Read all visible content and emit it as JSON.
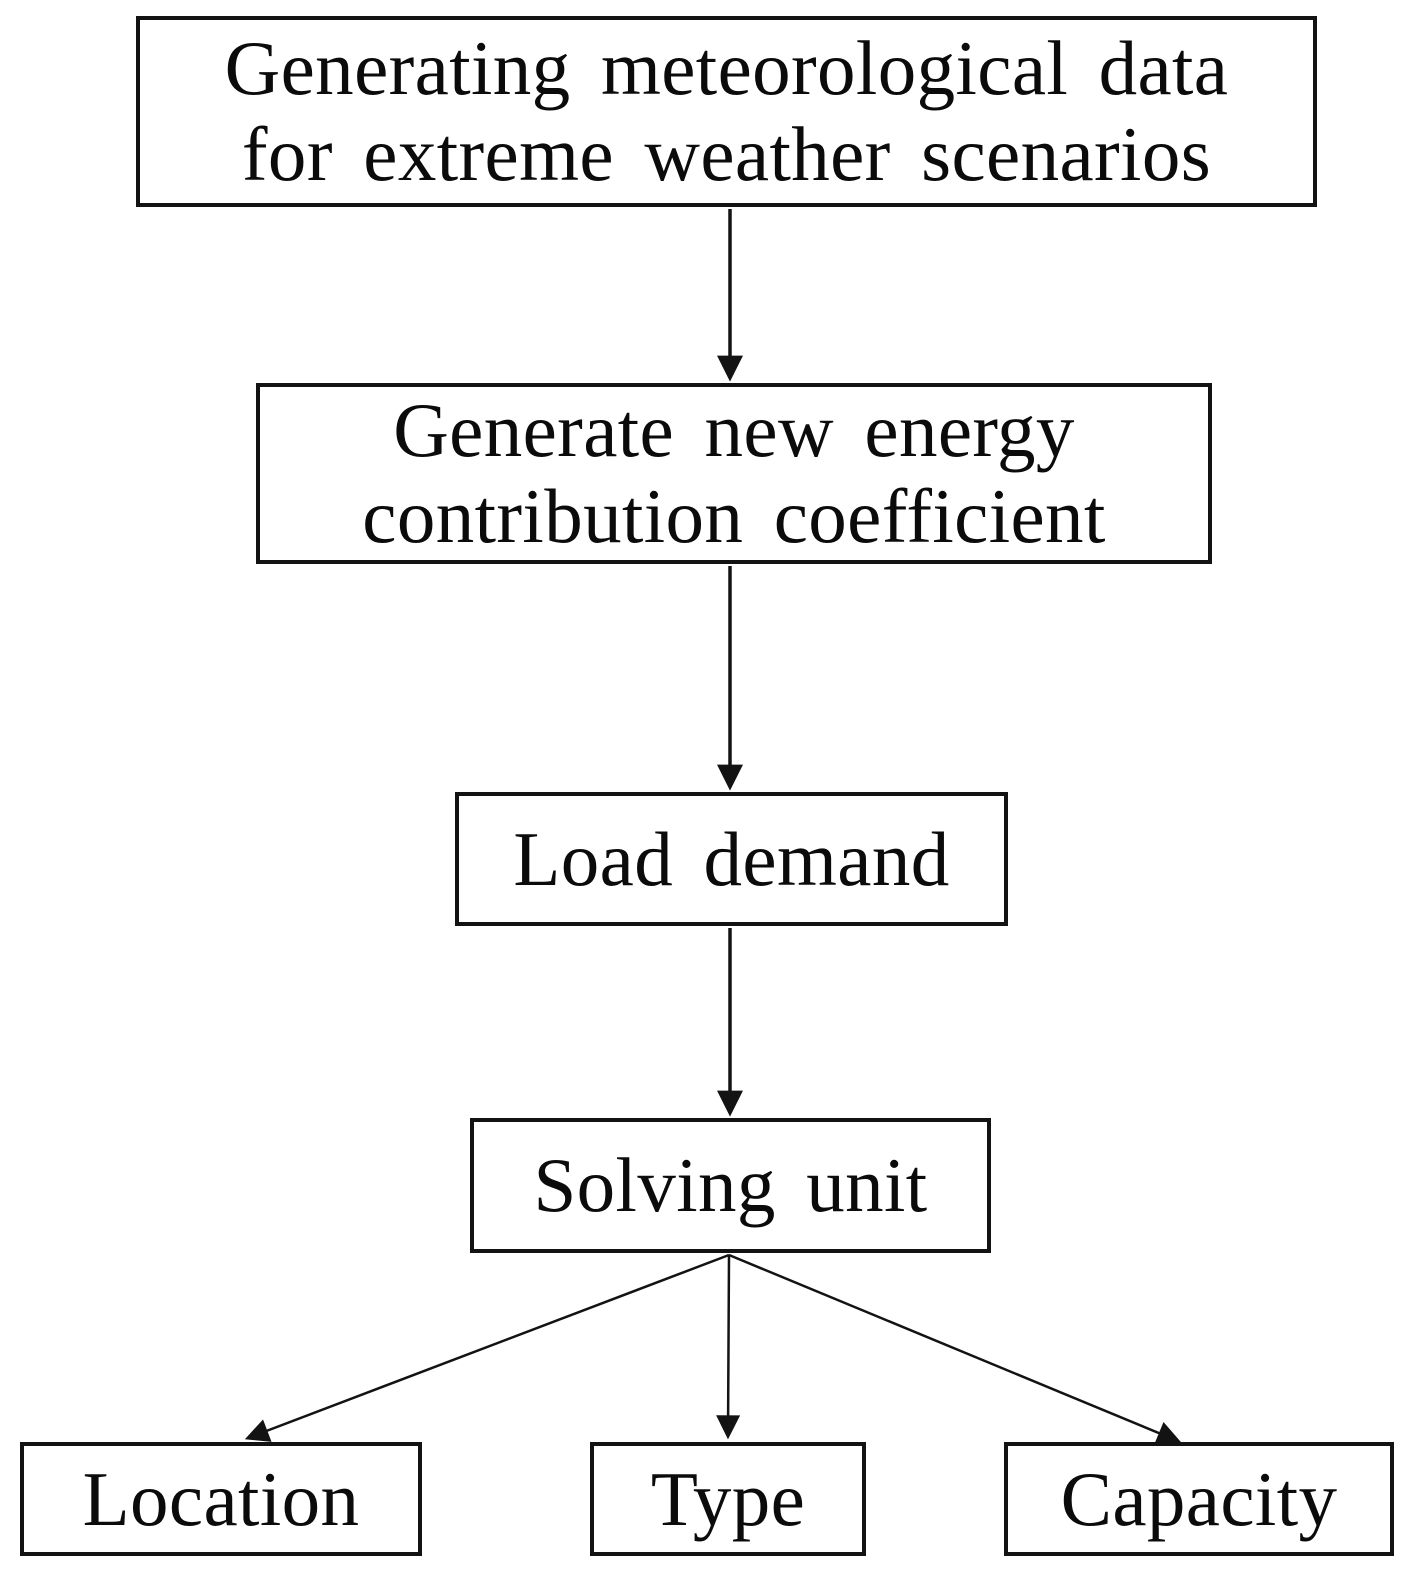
{
  "figure": {
    "type": "flowchart",
    "background_color": "#ffffff",
    "ink_color": "#131313",
    "nodes": {
      "meteorological_data": {
        "label": "Generating meteorological data\nfor extreme weather scenarios"
      },
      "contribution_coefficient": {
        "label": "Generate new energy\ncontribution coefficient"
      },
      "load_demand": {
        "label": "Load demand"
      },
      "solving_unit": {
        "label": "Solving unit"
      },
      "location": {
        "label": "Location"
      },
      "type": {
        "label": "Type"
      },
      "capacity": {
        "label": "Capacity"
      }
    },
    "edges": [
      {
        "from": "meteorological_data",
        "to": "contribution_coefficient"
      },
      {
        "from": "contribution_coefficient",
        "to": "load_demand"
      },
      {
        "from": "load_demand",
        "to": "solving_unit"
      },
      {
        "from": "solving_unit",
        "to": "location"
      },
      {
        "from": "solving_unit",
        "to": "type"
      },
      {
        "from": "solving_unit",
        "to": "capacity"
      }
    ]
  }
}
